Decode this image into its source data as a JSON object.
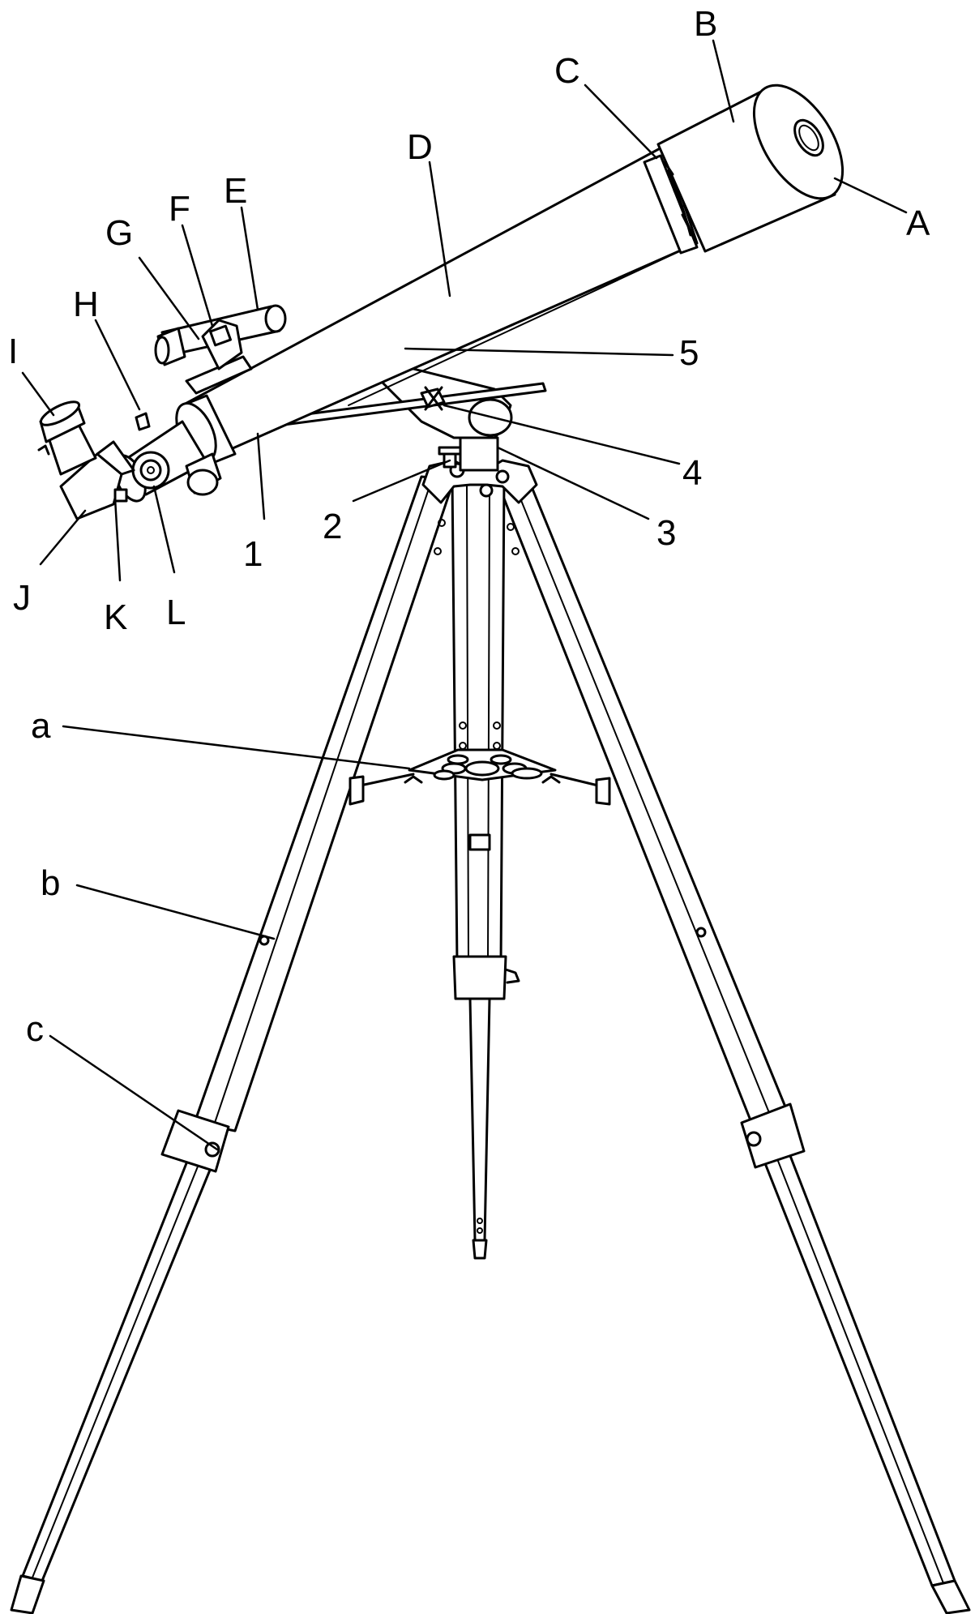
{
  "labels": {
    "A": "A",
    "B": "B",
    "C": "C",
    "D": "D",
    "E": "E",
    "F": "F",
    "G": "G",
    "H": "H",
    "I": "I",
    "J": "J",
    "K": "K",
    "L": "L",
    "n1": "1",
    "n2": "2",
    "n3": "3",
    "n4": "4",
    "n5": "5",
    "a": "a",
    "b": "b",
    "c": "c"
  },
  "colors": {
    "ink": "#000000",
    "paper": "#ffffff"
  }
}
